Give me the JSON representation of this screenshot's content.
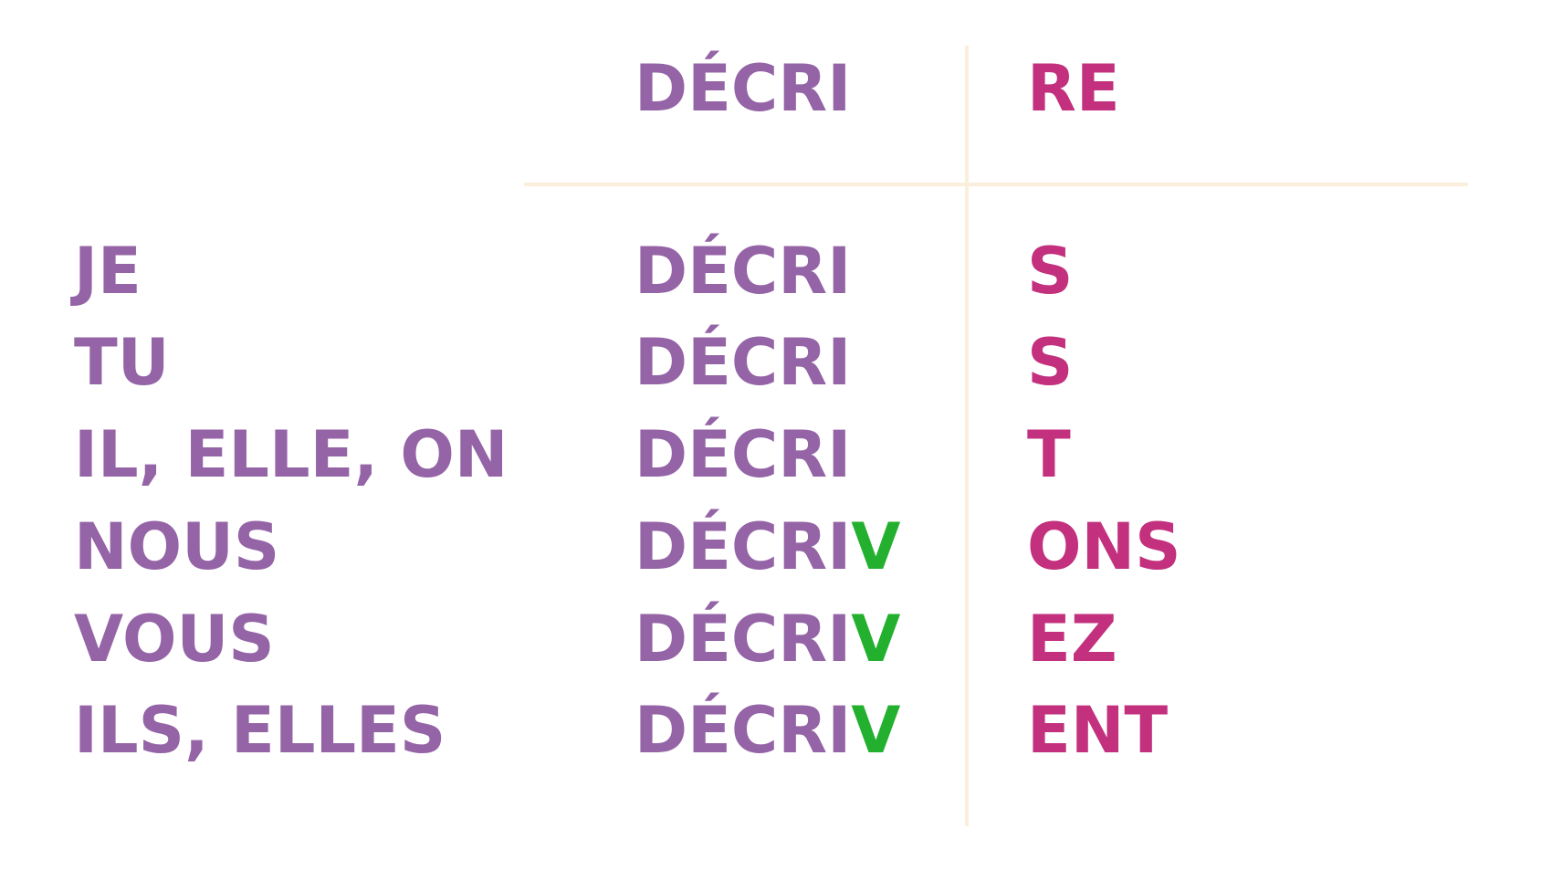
{
  "header": {
    "stem": "DÉCRI",
    "ending": "RE"
  },
  "colors": {
    "pronoun": "#9464a6",
    "stem": "#9464a6",
    "extra_letter": "#23b02e",
    "ending": "#c2307e",
    "divider": "#fbeedd"
  },
  "rows": [
    {
      "pronoun": "JE",
      "stem": "DÉCRI",
      "extra": "",
      "ending": "S"
    },
    {
      "pronoun": "TU",
      "stem": "DÉCRI",
      "extra": "",
      "ending": "S"
    },
    {
      "pronoun": "IL, ELLE, ON",
      "stem": "DÉCRI",
      "extra": "",
      "ending": "T"
    },
    {
      "pronoun": "NOUS",
      "stem": "DÉCRI",
      "extra": "V",
      "ending": "ONS"
    },
    {
      "pronoun": "VOUS",
      "stem": "DÉCRI",
      "extra": "V",
      "ending": "EZ"
    },
    {
      "pronoun": "ILS, ELLES",
      "stem": "DÉCRI",
      "extra": "V",
      "ending": "ENT"
    }
  ]
}
